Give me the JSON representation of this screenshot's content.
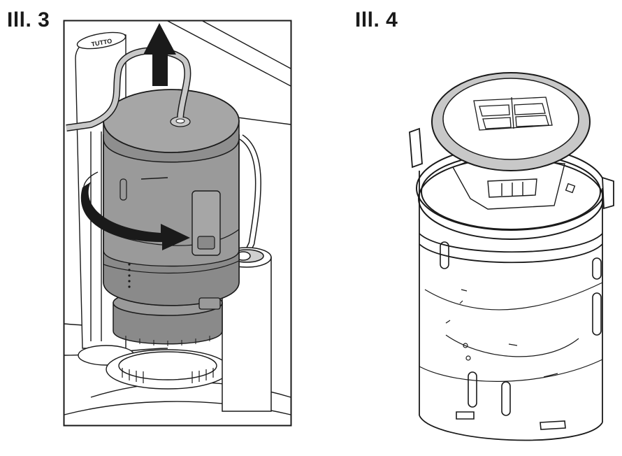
{
  "captions": {
    "ill3": "Ill. 3",
    "ill4": "Ill. 4"
  },
  "figure3": {
    "brand_text": "TUTTO",
    "arrow_up_icon": "arrow-up-icon",
    "rotate_arrow_icon": "curved-arrow-right-icon"
  },
  "colors": {
    "ink": "#1a1a1a",
    "cylinder_gray": "#9a9a9a",
    "cylinder_dark": "#7c7c7c",
    "lid_gray": "#a6a6a6",
    "ring_gray": "#c8c8c8",
    "paper": "#ffffff"
  }
}
